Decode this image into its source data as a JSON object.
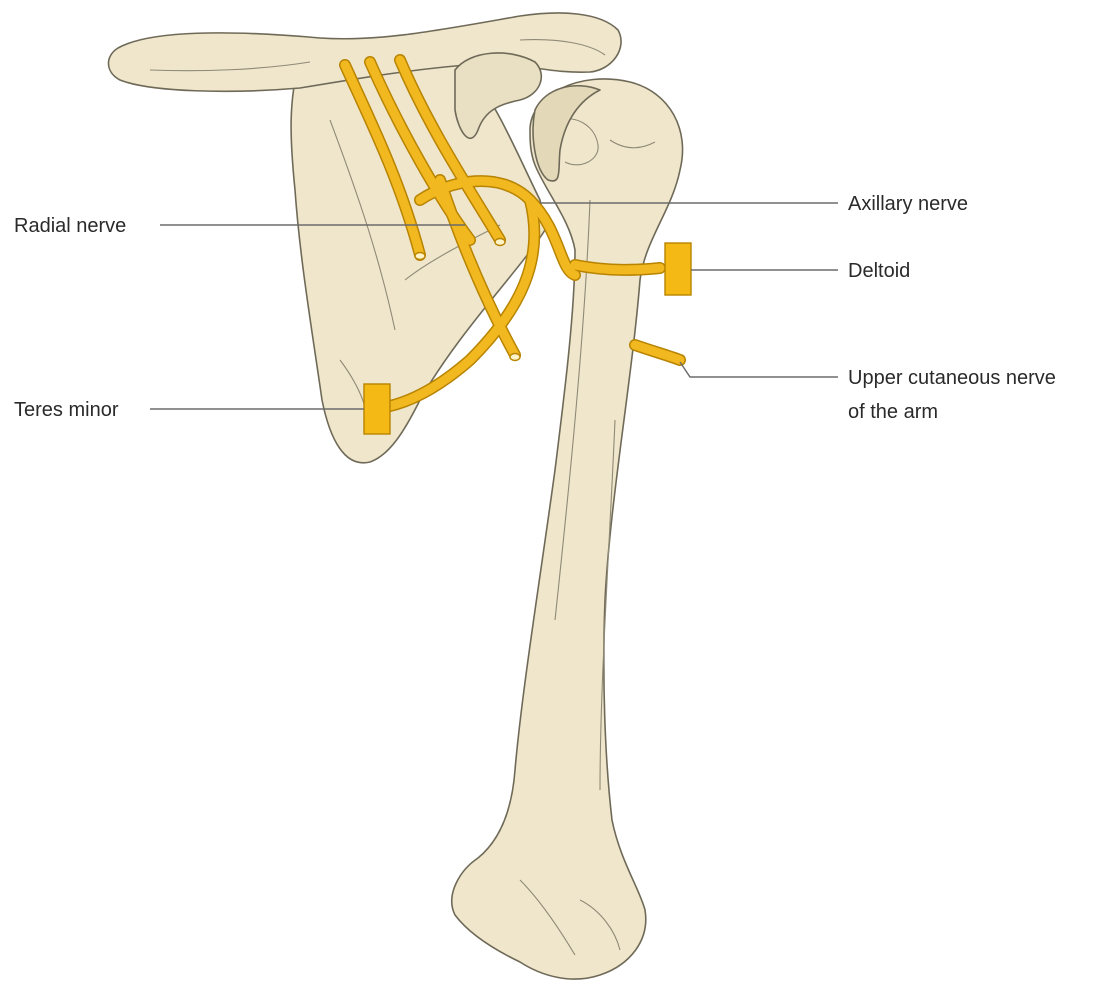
{
  "colors": {
    "background": "#ffffff",
    "bone_fill": "#efe6cc",
    "bone_shadow": "#e3d8b8",
    "bone_outline": "#6f6a58",
    "nerve": "#f2b820",
    "nerve_outline": "#b88400",
    "muscle_block": "#f5b915",
    "leader_line": "#6b6b6b",
    "label_text": "#2a2a2a"
  },
  "labels": {
    "radial_nerve": "Radial nerve",
    "axillary_nerve": "Axillary nerve",
    "deltoid": "Deltoid",
    "teres_minor": "Teres minor",
    "upper_cutaneous_line1": "Upper cutaneous nerve",
    "upper_cutaneous_line2": "of the arm"
  }
}
